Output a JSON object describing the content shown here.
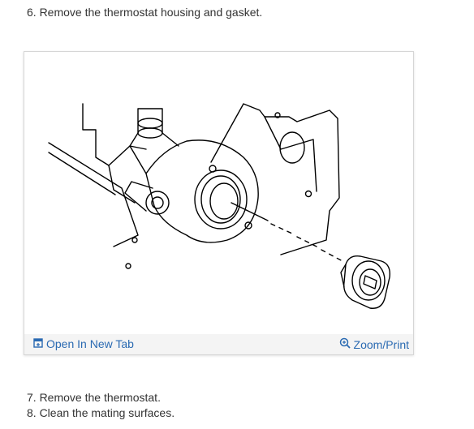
{
  "steps": {
    "step6": "6. Remove the thermostat housing and gasket.",
    "step7": "7. Remove the thermostat.",
    "step8": "8. Clean the mating surfaces."
  },
  "figure": {
    "open_tab_label": "Open In New Tab",
    "zoom_print_label": "Zoom/Print",
    "open_tab_icon": "new-tab-icon",
    "zoom_icon": "magnifier-icon",
    "link_color": "#2a6ab2"
  }
}
